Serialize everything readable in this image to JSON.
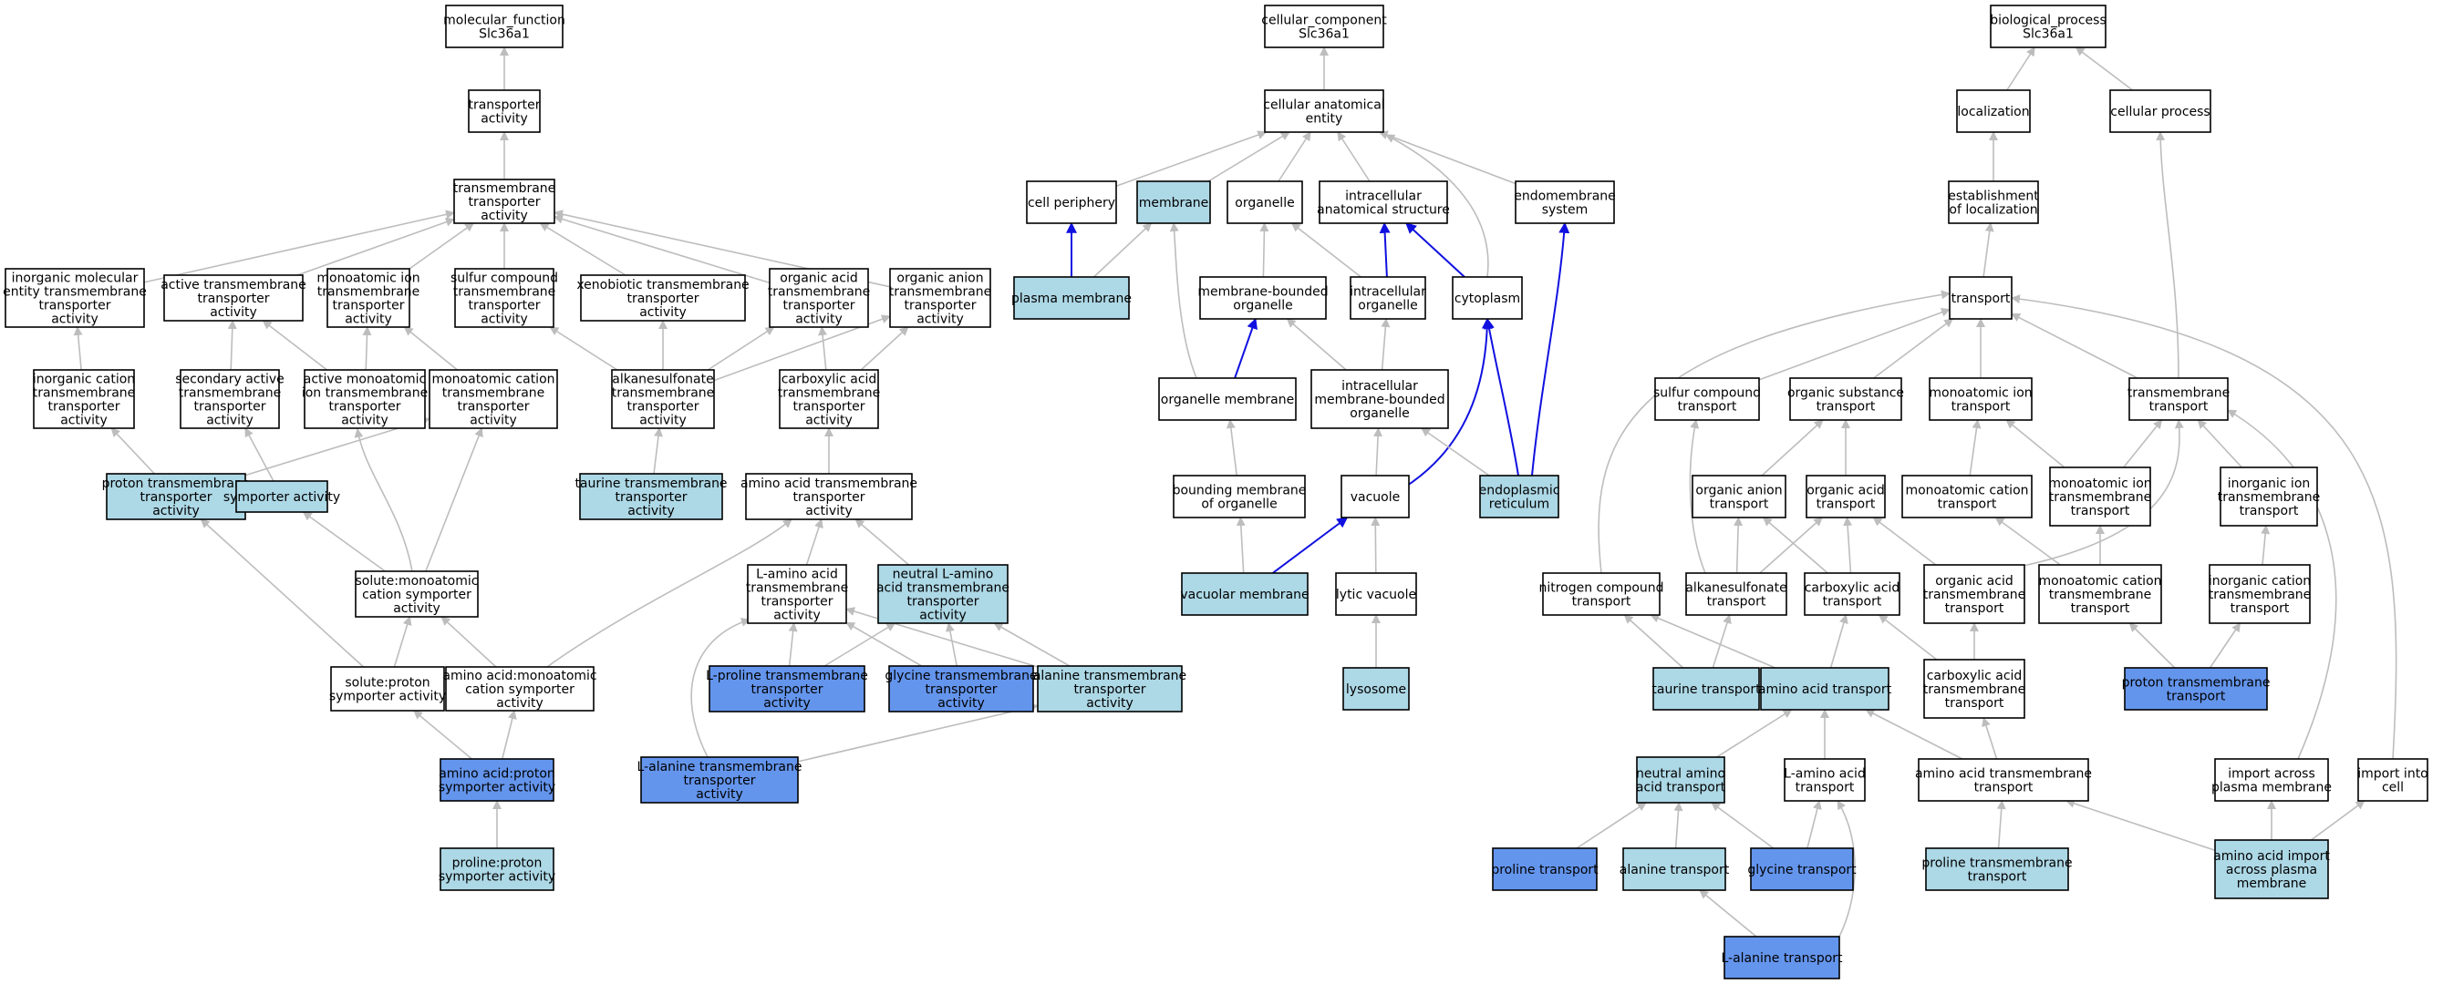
{
  "colors": {
    "none": "#ffffff",
    "light": "#add8e6",
    "dark": "#6495ed",
    "edge_gray": "#bdbdbd",
    "edge_blue": "#1010e0"
  },
  "nodes": [
    {
      "id": "mf",
      "lines": [
        "molecular_function",
        "Slc36a1"
      ],
      "fill": "none"
    },
    {
      "id": "ta",
      "lines": [
        "transporter",
        "activity"
      ],
      "fill": "none"
    },
    {
      "id": "tmta",
      "lines": [
        "transmembrane",
        "transporter",
        "activity"
      ],
      "fill": "none"
    },
    {
      "id": "imetta",
      "lines": [
        "inorganic molecular",
        "entity transmembrane",
        "transporter",
        "activity"
      ],
      "fill": "none"
    },
    {
      "id": "atta",
      "lines": [
        "active transmembrane",
        "transporter",
        "activity"
      ],
      "fill": "none"
    },
    {
      "id": "mitta",
      "lines": [
        "monoatomic ion",
        "transmembrane",
        "transporter",
        "activity"
      ],
      "fill": "none"
    },
    {
      "id": "sctta",
      "lines": [
        "sulfur compound",
        "transmembrane",
        "transporter",
        "activity"
      ],
      "fill": "none"
    },
    {
      "id": "xtta",
      "lines": [
        "xenobiotic transmembrane",
        "transporter",
        "activity"
      ],
      "fill": "none"
    },
    {
      "id": "oatta",
      "lines": [
        "organic acid",
        "transmembrane",
        "transporter",
        "activity"
      ],
      "fill": "none"
    },
    {
      "id": "oantta",
      "lines": [
        "organic anion",
        "transmembrane",
        "transporter",
        "activity"
      ],
      "fill": "none"
    },
    {
      "id": "ictta",
      "lines": [
        "inorganic cation",
        "transmembrane",
        "transporter",
        "activity"
      ],
      "fill": "none"
    },
    {
      "id": "satta",
      "lines": [
        "secondary active",
        "transmembrane",
        "transporter",
        "activity"
      ],
      "fill": "none"
    },
    {
      "id": "amitta",
      "lines": [
        "active monoatomic",
        "ion transmembrane",
        "transporter",
        "activity"
      ],
      "fill": "none"
    },
    {
      "id": "mctta",
      "lines": [
        "monoatomic cation",
        "transmembrane",
        "transporter",
        "activity"
      ],
      "fill": "none"
    },
    {
      "id": "alktta",
      "lines": [
        "alkanesulfonate",
        "transmembrane",
        "transporter",
        "activity"
      ],
      "fill": "none"
    },
    {
      "id": "catta",
      "lines": [
        "carboxylic acid",
        "transmembrane",
        "transporter",
        "activity"
      ],
      "fill": "none"
    },
    {
      "id": "ptta",
      "lines": [
        "proton transmembrane",
        "transporter",
        "activity"
      ],
      "fill": "light"
    },
    {
      "id": "sa",
      "lines": [
        "symporter activity"
      ],
      "fill": "light"
    },
    {
      "id": "ttta",
      "lines": [
        "taurine transmembrane",
        "transporter",
        "activity"
      ],
      "fill": "light"
    },
    {
      "id": "aatta",
      "lines": [
        "amino acid transmembrane",
        "transporter",
        "activity"
      ],
      "fill": "none"
    },
    {
      "id": "smcsa",
      "lines": [
        "solute:monoatomic",
        "cation symporter",
        "activity"
      ],
      "fill": "none"
    },
    {
      "id": "laatta",
      "lines": [
        "L-amino acid",
        "transmembrane",
        "transporter",
        "activity"
      ],
      "fill": "none"
    },
    {
      "id": "nlaatta",
      "lines": [
        "neutral L-amino",
        "acid transmembrane",
        "transporter",
        "activity"
      ],
      "fill": "light"
    },
    {
      "id": "spsa",
      "lines": [
        "solute:proton",
        "symporter activity"
      ],
      "fill": "none"
    },
    {
      "id": "aamcsa",
      "lines": [
        "amino acid:monoatomic",
        "cation symporter",
        "activity"
      ],
      "fill": "none"
    },
    {
      "id": "lptta",
      "lines": [
        "L-proline transmembrane",
        "transporter",
        "activity"
      ],
      "fill": "dark"
    },
    {
      "id": "gtta",
      "lines": [
        "glycine transmembrane",
        "transporter",
        "activity"
      ],
      "fill": "dark"
    },
    {
      "id": "altta",
      "lines": [
        "alanine transmembrane",
        "transporter",
        "activity"
      ],
      "fill": "light"
    },
    {
      "id": "aapsa",
      "lines": [
        "amino acid:proton",
        "symporter activity"
      ],
      "fill": "dark"
    },
    {
      "id": "lalatta",
      "lines": [
        "L-alanine transmembrane",
        "transporter",
        "activity"
      ],
      "fill": "dark"
    },
    {
      "id": "ppsa",
      "lines": [
        "proline:proton",
        "symporter activity"
      ],
      "fill": "light"
    },
    {
      "id": "cc",
      "lines": [
        "cellular_component",
        "Slc36a1"
      ],
      "fill": "none"
    },
    {
      "id": "cae",
      "lines": [
        "cellular anatomical",
        "entity"
      ],
      "fill": "none"
    },
    {
      "id": "cp",
      "lines": [
        "cell periphery"
      ],
      "fill": "none"
    },
    {
      "id": "mem",
      "lines": [
        "membrane"
      ],
      "fill": "light"
    },
    {
      "id": "org",
      "lines": [
        "organelle"
      ],
      "fill": "none"
    },
    {
      "id": "ias",
      "lines": [
        "intracellular",
        "anatomical structure"
      ],
      "fill": "none"
    },
    {
      "id": "es",
      "lines": [
        "endomembrane",
        "system"
      ],
      "fill": "none"
    },
    {
      "id": "pm",
      "lines": [
        "plasma membrane"
      ],
      "fill": "light"
    },
    {
      "id": "mbo",
      "lines": [
        "membrane-bounded",
        "organelle"
      ],
      "fill": "none"
    },
    {
      "id": "io",
      "lines": [
        "intracellular",
        "organelle"
      ],
      "fill": "none"
    },
    {
      "id": "cyto",
      "lines": [
        "cytoplasm"
      ],
      "fill": "none"
    },
    {
      "id": "om",
      "lines": [
        "organelle membrane"
      ],
      "fill": "none"
    },
    {
      "id": "imbo",
      "lines": [
        "intracellular",
        "membrane-bounded",
        "organelle"
      ],
      "fill": "none"
    },
    {
      "id": "bmo",
      "lines": [
        "bounding membrane",
        "of organelle"
      ],
      "fill": "none"
    },
    {
      "id": "vac",
      "lines": [
        "vacuole"
      ],
      "fill": "none"
    },
    {
      "id": "er",
      "lines": [
        "endoplasmic",
        "reticulum"
      ],
      "fill": "light"
    },
    {
      "id": "vm",
      "lines": [
        "vacuolar membrane"
      ],
      "fill": "light"
    },
    {
      "id": "lv",
      "lines": [
        "lytic vacuole"
      ],
      "fill": "none"
    },
    {
      "id": "lys",
      "lines": [
        "lysosome"
      ],
      "fill": "light"
    },
    {
      "id": "bp",
      "lines": [
        "biological_process",
        "Slc36a1"
      ],
      "fill": "none"
    },
    {
      "id": "loc",
      "lines": [
        "localization"
      ],
      "fill": "none"
    },
    {
      "id": "cpr",
      "lines": [
        "cellular process"
      ],
      "fill": "none"
    },
    {
      "id": "eol",
      "lines": [
        "establishment",
        "of localization"
      ],
      "fill": "none"
    },
    {
      "id": "tr",
      "lines": [
        "transport"
      ],
      "fill": "none"
    },
    {
      "id": "sct",
      "lines": [
        "sulfur compound",
        "transport"
      ],
      "fill": "none"
    },
    {
      "id": "ost",
      "lines": [
        "organic substance",
        "transport"
      ],
      "fill": "none"
    },
    {
      "id": "mit",
      "lines": [
        "monoatomic ion",
        "transport"
      ],
      "fill": "none"
    },
    {
      "id": "tmt",
      "lines": [
        "transmembrane",
        "transport"
      ],
      "fill": "none"
    },
    {
      "id": "oant",
      "lines": [
        "organic anion",
        "transport"
      ],
      "fill": "none"
    },
    {
      "id": "oat",
      "lines": [
        "organic acid",
        "transport"
      ],
      "fill": "none"
    },
    {
      "id": "mct",
      "lines": [
        "monoatomic cation",
        "transport"
      ],
      "fill": "none"
    },
    {
      "id": "mitt",
      "lines": [
        "monoatomic ion",
        "transmembrane",
        "transport"
      ],
      "fill": "none"
    },
    {
      "id": "ict",
      "lines": [
        "inorganic ion",
        "transmembrane",
        "transport"
      ],
      "fill": "none"
    },
    {
      "id": "nct",
      "lines": [
        "nitrogen compound",
        "transport"
      ],
      "fill": "none"
    },
    {
      "id": "alkt",
      "lines": [
        "alkanesulfonate",
        "transport"
      ],
      "fill": "none"
    },
    {
      "id": "cat",
      "lines": [
        "carboxylic acid",
        "transport"
      ],
      "fill": "none"
    },
    {
      "id": "oatt",
      "lines": [
        "organic acid",
        "transmembrane",
        "transport"
      ],
      "fill": "none"
    },
    {
      "id": "mctt",
      "lines": [
        "monoatomic cation",
        "transmembrane",
        "transport"
      ],
      "fill": "none"
    },
    {
      "id": "ictt",
      "lines": [
        "inorganic cation",
        "transmembrane",
        "transport"
      ],
      "fill": "none"
    },
    {
      "id": "tt",
      "lines": [
        "taurine transport"
      ],
      "fill": "light"
    },
    {
      "id": "aat",
      "lines": [
        "amino acid transport"
      ],
      "fill": "light"
    },
    {
      "id": "catt",
      "lines": [
        "carboxylic acid",
        "transmembrane",
        "transport"
      ],
      "fill": "none"
    },
    {
      "id": "ptt",
      "lines": [
        "proton transmembrane",
        "transport"
      ],
      "fill": "dark"
    },
    {
      "id": "naat",
      "lines": [
        "neutral amino",
        "acid transport"
      ],
      "fill": "light"
    },
    {
      "id": "laat",
      "lines": [
        "L-amino acid",
        "transport"
      ],
      "fill": "none"
    },
    {
      "id": "aatt",
      "lines": [
        "amino acid transmembrane",
        "transport"
      ],
      "fill": "none"
    },
    {
      "id": "iapm",
      "lines": [
        "import across",
        "plasma membrane"
      ],
      "fill": "none"
    },
    {
      "id": "iic",
      "lines": [
        "import into",
        "cell"
      ],
      "fill": "none"
    },
    {
      "id": "pt",
      "lines": [
        "proline transport"
      ],
      "fill": "dark"
    },
    {
      "id": "alat",
      "lines": [
        "alanine transport"
      ],
      "fill": "light"
    },
    {
      "id": "gt",
      "lines": [
        "glycine transport"
      ],
      "fill": "dark"
    },
    {
      "id": "ptmt",
      "lines": [
        "proline transmembrane",
        "transport"
      ],
      "fill": "light"
    },
    {
      "id": "aaiapm",
      "lines": [
        "amino acid import",
        "across plasma",
        "membrane"
      ],
      "fill": "light"
    },
    {
      "id": "lalat",
      "lines": [
        "L-alanine transport"
      ],
      "fill": "dark"
    }
  ],
  "edges": [
    [
      "ta",
      "mf",
      "g"
    ],
    [
      "tmta",
      "ta",
      "g"
    ],
    [
      "imetta",
      "tmta",
      "g"
    ],
    [
      "atta",
      "tmta",
      "g"
    ],
    [
      "mitta",
      "tmta",
      "g"
    ],
    [
      "sctta",
      "tmta",
      "g"
    ],
    [
      "xtta",
      "tmta",
      "g"
    ],
    [
      "oatta",
      "tmta",
      "g"
    ],
    [
      "oantta",
      "tmta",
      "g"
    ],
    [
      "ictta",
      "imetta",
      "g"
    ],
    [
      "satta",
      "atta",
      "g"
    ],
    [
      "amitta",
      "atta",
      "g"
    ],
    [
      "amitta",
      "mitta",
      "g"
    ],
    [
      "mctta",
      "mitta",
      "g"
    ],
    [
      "alktta",
      "sctta",
      "g"
    ],
    [
      "alktta",
      "xtta",
      "g"
    ],
    [
      "alktta",
      "oatta",
      "g"
    ],
    [
      "alktta",
      "oantta",
      "g"
    ],
    [
      "catta",
      "oatta",
      "g"
    ],
    [
      "catta",
      "oantta",
      "g"
    ],
    [
      "ptta",
      "ictta",
      "g"
    ],
    [
      "ptta",
      "mctta",
      "g"
    ],
    [
      "sa",
      "satta",
      "g"
    ],
    [
      "ttta",
      "alktta",
      "g"
    ],
    [
      "aatta",
      "catta",
      "g"
    ],
    [
      "smcsa",
      "sa",
      "g"
    ],
    [
      "smcsa",
      "amitta",
      "g"
    ],
    [
      "smcsa",
      "mctta",
      "g"
    ],
    [
      "laatta",
      "aatta",
      "g"
    ],
    [
      "nlaatta",
      "aatta",
      "g"
    ],
    [
      "spsa",
      "ptta",
      "g"
    ],
    [
      "spsa",
      "smcsa",
      "g"
    ],
    [
      "aamcsa",
      "smcsa",
      "g"
    ],
    [
      "aamcsa",
      "aatta",
      "g"
    ],
    [
      "lptta",
      "laatta",
      "g"
    ],
    [
      "lptta",
      "nlaatta",
      "g"
    ],
    [
      "gtta",
      "laatta",
      "g"
    ],
    [
      "gtta",
      "nlaatta",
      "g"
    ],
    [
      "altta",
      "laatta",
      "g"
    ],
    [
      "altta",
      "nlaatta",
      "g"
    ],
    [
      "aapsa",
      "spsa",
      "g"
    ],
    [
      "aapsa",
      "aamcsa",
      "g"
    ],
    [
      "lalatta",
      "laatta",
      "g"
    ],
    [
      "lalatta",
      "altta",
      "g"
    ],
    [
      "ppsa",
      "aapsa",
      "g"
    ],
    [
      "cae",
      "cc",
      "g"
    ],
    [
      "cp",
      "cae",
      "g"
    ],
    [
      "mem",
      "cae",
      "g"
    ],
    [
      "org",
      "cae",
      "g"
    ],
    [
      "ias",
      "cae",
      "g"
    ],
    [
      "es",
      "cae",
      "g"
    ],
    [
      "cyto",
      "cae",
      "g"
    ],
    [
      "pm",
      "cp",
      "b"
    ],
    [
      "pm",
      "mem",
      "g"
    ],
    [
      "mbo",
      "org",
      "g"
    ],
    [
      "io",
      "org",
      "g"
    ],
    [
      "io",
      "ias",
      "b"
    ],
    [
      "cyto",
      "ias",
      "b"
    ],
    [
      "om",
      "mbo",
      "b"
    ],
    [
      "om",
      "mem",
      "g"
    ],
    [
      "imbo",
      "mbo",
      "g"
    ],
    [
      "imbo",
      "io",
      "g"
    ],
    [
      "bmo",
      "om",
      "g"
    ],
    [
      "vac",
      "imbo",
      "g"
    ],
    [
      "vac",
      "cyto",
      "b"
    ],
    [
      "er",
      "imbo",
      "g"
    ],
    [
      "er",
      "cyto",
      "b"
    ],
    [
      "er",
      "es",
      "b"
    ],
    [
      "vm",
      "vac",
      "b"
    ],
    [
      "vm",
      "bmo",
      "g"
    ],
    [
      "lv",
      "vac",
      "g"
    ],
    [
      "lys",
      "lv",
      "g"
    ],
    [
      "loc",
      "bp",
      "g"
    ],
    [
      "cpr",
      "bp",
      "g"
    ],
    [
      "eol",
      "loc",
      "g"
    ],
    [
      "tr",
      "eol",
      "g"
    ],
    [
      "sct",
      "tr",
      "g"
    ],
    [
      "ost",
      "tr",
      "g"
    ],
    [
      "mit",
      "tr",
      "g"
    ],
    [
      "tmt",
      "tr",
      "g"
    ],
    [
      "tmt",
      "cpr",
      "g"
    ],
    [
      "oant",
      "ost",
      "g"
    ],
    [
      "oat",
      "ost",
      "g"
    ],
    [
      "mct",
      "mit",
      "g"
    ],
    [
      "mitt",
      "mit",
      "g"
    ],
    [
      "mitt",
      "tmt",
      "g"
    ],
    [
      "ict",
      "tmt",
      "g"
    ],
    [
      "nct",
      "tr",
      "g"
    ],
    [
      "alkt",
      "sct",
      "g"
    ],
    [
      "alkt",
      "oant",
      "g"
    ],
    [
      "alkt",
      "oat",
      "g"
    ],
    [
      "cat",
      "oant",
      "g"
    ],
    [
      "cat",
      "oat",
      "g"
    ],
    [
      "oatt",
      "oat",
      "g"
    ],
    [
      "oatt",
      "tmt",
      "g"
    ],
    [
      "mctt",
      "mct",
      "g"
    ],
    [
      "mctt",
      "mitt",
      "g"
    ],
    [
      "ictt",
      "ict",
      "g"
    ],
    [
      "tt",
      "nct",
      "g"
    ],
    [
      "tt",
      "alkt",
      "g"
    ],
    [
      "aat",
      "nct",
      "g"
    ],
    [
      "aat",
      "cat",
      "g"
    ],
    [
      "catt",
      "cat",
      "g"
    ],
    [
      "catt",
      "oatt",
      "g"
    ],
    [
      "ptt",
      "mctt",
      "g"
    ],
    [
      "ptt",
      "ictt",
      "g"
    ],
    [
      "naat",
      "aat",
      "g"
    ],
    [
      "laat",
      "aat",
      "g"
    ],
    [
      "aatt",
      "aat",
      "g"
    ],
    [
      "aatt",
      "catt",
      "g"
    ],
    [
      "iapm",
      "tmt",
      "g"
    ],
    [
      "iic",
      "tr",
      "g"
    ],
    [
      "pt",
      "naat",
      "g"
    ],
    [
      "alat",
      "naat",
      "g"
    ],
    [
      "gt",
      "naat",
      "g"
    ],
    [
      "gt",
      "laat",
      "g"
    ],
    [
      "ptmt",
      "aatt",
      "g"
    ],
    [
      "aaiapm",
      "aatt",
      "g"
    ],
    [
      "aaiapm",
      "iapm",
      "g"
    ],
    [
      "aaiapm",
      "iic",
      "g"
    ],
    [
      "lalat",
      "alat",
      "g"
    ],
    [
      "lalat",
      "laat",
      "g"
    ]
  ]
}
